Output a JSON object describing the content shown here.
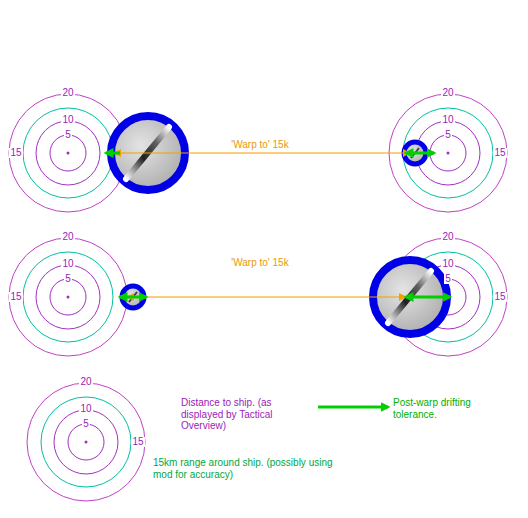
{
  "diagram": {
    "nodes": [
      {
        "text": [
          "20",
          "10",
          "5",
          "15"
        ]
      },
      {
        "text": [
          "20",
          "10",
          "5",
          "15"
        ]
      },
      {
        "text": [
          "20",
          "10",
          "5",
          "15"
        ]
      },
      {
        "text": [
          "20",
          "10",
          "5",
          "15"
        ]
      },
      {
        "text": [
          "20",
          "10",
          "5",
          "15"
        ]
      }
    ],
    "labels": [
      "'Warp to' 15k",
      "'Warp to' 15k"
    ],
    "legend": [
      {
        "text": "Distance to ship. (as displayed by Tactical Overview)"
      },
      {
        "text": "15km range around ship. (possibly using mod for accuracy)"
      },
      {
        "text": "Post-warp drifting tolerance."
      }
    ]
  }
}
